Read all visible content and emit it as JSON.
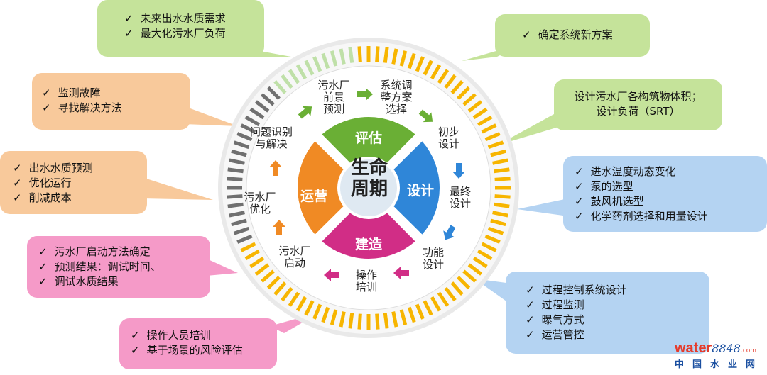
{
  "center": {
    "line1": "生命",
    "line2": "周期"
  },
  "phases": {
    "assess": "评估",
    "design": "设计",
    "build": "建造",
    "operate": "运营"
  },
  "steps": [
    "污水厂\n前景\n预测",
    "系统调\n整方案\n选择",
    "初步\n设计",
    "最终\n设计",
    "功能\n设计",
    "操作\n培训",
    "污水厂\n启动",
    "污水厂\n优化",
    "问题识别\n与解决"
  ],
  "callouts": {
    "top_green": [
      "未来出水水质需求",
      "最大化污水厂负荷"
    ],
    "top_right_green": [
      "确定系统新方案"
    ],
    "right_green": [
      "设计污水厂各构筑物体积；",
      "设计负荷（SRT）"
    ],
    "right_blue": [
      "进水温度动态变化",
      "泵的选型",
      "鼓风机选型",
      "化学药剂选择和用量设计"
    ],
    "bottom_right_blue": [
      "过程控制系统设计",
      "过程监测",
      "曝气方式",
      "运营管控"
    ],
    "bottom_pink": [
      "操作人员培训",
      "基于场景的风险评估"
    ],
    "left_pink": [
      "污水厂启动方法确定",
      "预测结果：调试时间、",
      "调试水质结果"
    ],
    "left_orange": [
      "出水水质预测",
      "优化运行",
      "削减成本"
    ],
    "top_left_orange": [
      "监测故障",
      "寻找解决方法"
    ]
  },
  "colors": {
    "green": "#c5e39a",
    "orange": "#f8c99b",
    "blue": "#b4d3f2",
    "pink": "#f59ac8",
    "assess": "#6aaf35",
    "design": "#2f86d8",
    "build": "#d12d86",
    "operate": "#f08a24"
  },
  "logo": {
    "brand": "water",
    "num": "8848",
    "com": ".com",
    "cn": "中国水业网"
  }
}
